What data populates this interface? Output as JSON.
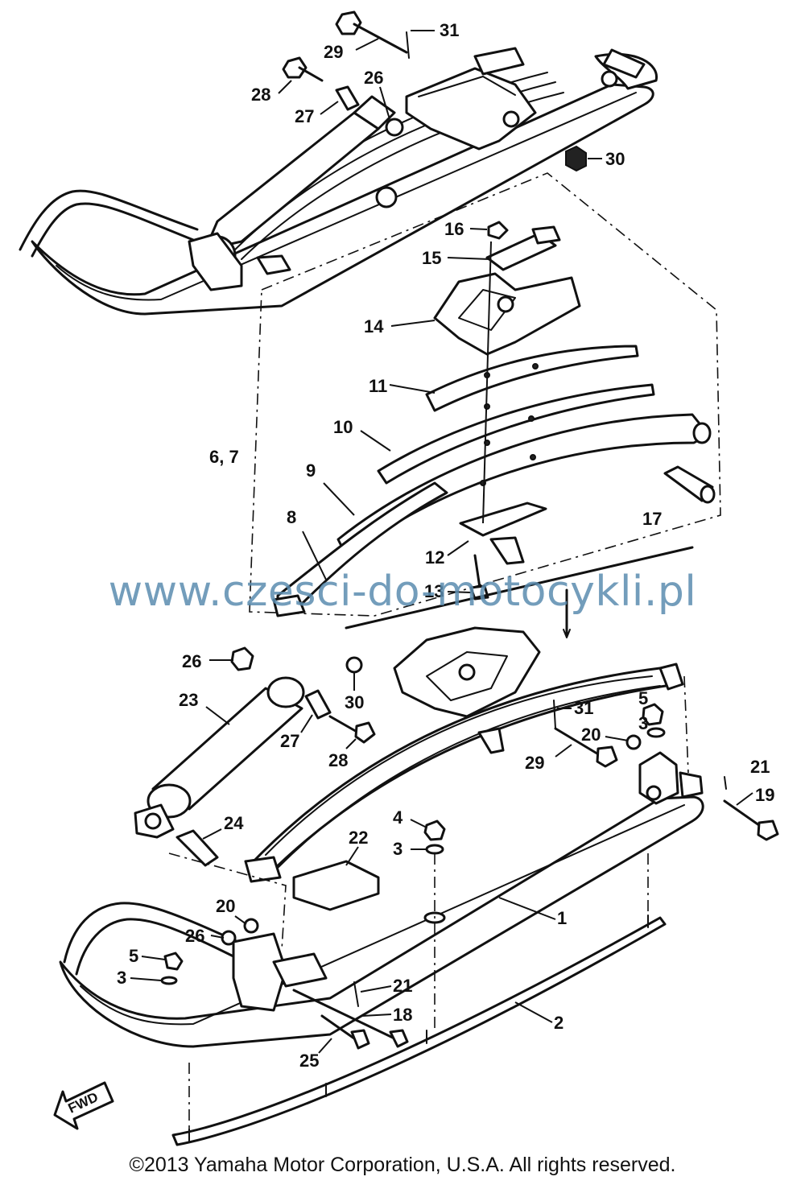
{
  "callouts": {
    "top": {
      "c31": "31",
      "c29": "29",
      "c28": "28",
      "c26": "26",
      "c27": "27",
      "c30": "30"
    },
    "spring": {
      "c16": "16",
      "c15": "15",
      "c14": "14",
      "c11": "11",
      "c10": "10",
      "c67": "6, 7",
      "c9": "9",
      "c8": "8",
      "c17": "17",
      "c12": "12",
      "c13": "13"
    },
    "bottom": {
      "c26a": "26",
      "c30": "30",
      "c23": "23",
      "c27": "27",
      "c28": "28",
      "c31": "31",
      "c29": "29",
      "c5a": "5",
      "c3a": "3",
      "c20a": "20",
      "c21a": "21",
      "c19": "19",
      "c24": "24",
      "c4": "4",
      "c3b": "3",
      "c22": "22",
      "c1": "1",
      "c20b": "20",
      "c26b": "26",
      "c5b": "5",
      "c3c": "3",
      "c21b": "21",
      "c18": "18",
      "c2": "2",
      "c25": "25"
    }
  },
  "fwd_label": "FWD",
  "watermark": "www.czesci-do-motocykli.pl",
  "copyright": "©2013 Yamaha Motor Corporation, U.S.A. All rights reserved."
}
